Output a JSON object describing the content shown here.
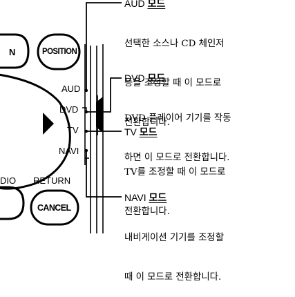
{
  "remote": {
    "top_left_button_fragment": "N",
    "position_button": "POSITION",
    "cancel_button": "CANCEL",
    "bottom_left_fragment": "DIO",
    "return_label": "RETURN",
    "switch_labels": {
      "aud": "AUD",
      "dvd": "DVD",
      "tv": "TV",
      "navi": "NAVI"
    }
  },
  "modes": [
    {
      "name": "AUD",
      "suffix": "모드",
      "lines": [
        "선택한 소스나 CD 체인저",
        "등을 조정할 때 이 모드로",
        "전환합니다."
      ]
    },
    {
      "name": "DVD",
      "suffix": "모드",
      "lines": [
        "DVD 플레이어 기기를 작동",
        "하면 이 모드로 전환합니다."
      ]
    },
    {
      "name": "TV",
      "suffix": "모드",
      "lines": [
        "TV를 조정할 때 이 모드로",
        "전환합니다."
      ]
    },
    {
      "name": "NAVI",
      "suffix": "모드",
      "lines": [
        "내비게이션 기기를 조정할",
        "때 이 모드로 전환합니다."
      ]
    }
  ]
}
